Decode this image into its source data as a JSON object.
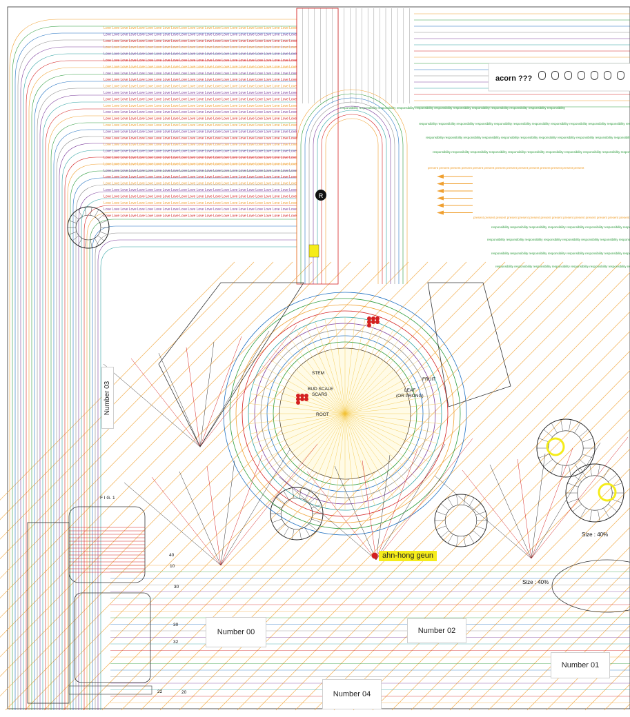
{
  "love_text": "Love Love Love Love Love Love Love Love Love Love Love Love Love Love Love Love Love Love Love Love Love Love Love",
  "responsibility_text": "responsibility responsibility responsibility responsibility responsibility responsibility responsibility responsibility responsibility responsibility responsibility responsibility",
  "present_text": "present present present present present present present present present present present present present present",
  "acorn_title": "acorn ???",
  "labels": {
    "number_00": "Number 00",
    "number_01": "Number 01",
    "number_02": "Number 02",
    "number_03": "Number 03",
    "number_04": "Number 04",
    "name_tag": "ahn-hong geun",
    "size_upper": "Size : 40%",
    "size_lower": "Size : 40%",
    "fig": "F I G. 1"
  },
  "plant_labels": {
    "stem": "STEM",
    "bud_scale": "BUD SCALE",
    "scars": "SCARS",
    "root": "ROOT",
    "leaf": "LEAF",
    "or_prong": "(OR PRONG)",
    "fruit": "FRUIT"
  },
  "ref_numbers": [
    "40",
    "10",
    "30",
    "30",
    "32",
    "22",
    "20"
  ],
  "colors": {
    "orange": "#f0a030",
    "green": "#2a9a3a",
    "red": "#d42020",
    "blue": "#1e6fc0",
    "teal": "#2aa0a0",
    "purple": "#7a3a9a",
    "gray": "#8a8a8a",
    "yellow": "#f5ec1a"
  }
}
